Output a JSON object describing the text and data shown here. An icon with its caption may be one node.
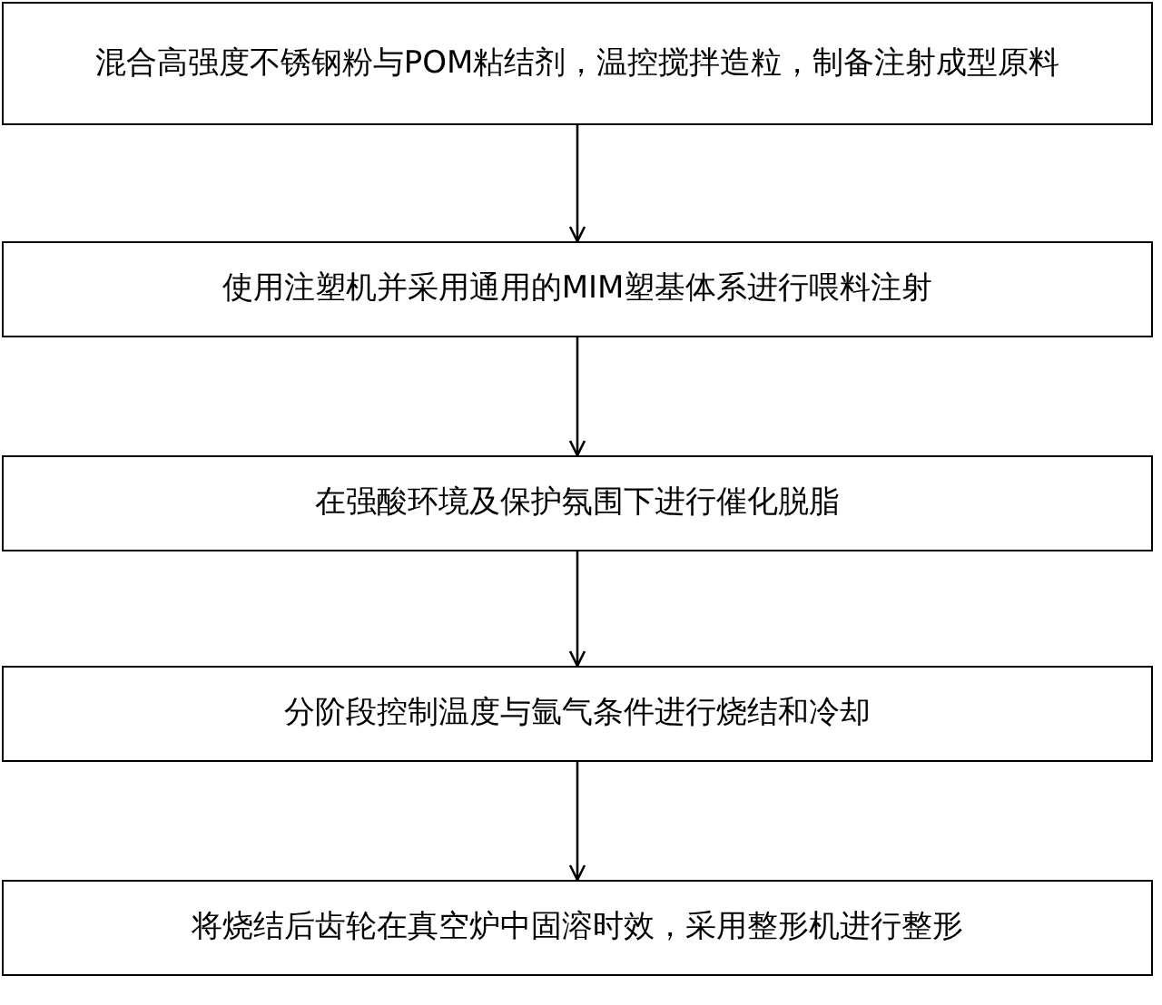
{
  "diagram": {
    "nodes": [
      {
        "text": [
          "混合高强度不锈钢粉与POM粘结剂，温控搅拌造粒，制备注射成型原料"
        ]
      },
      {
        "text": [
          "使用注塑机并采用通用的MIM塑基体系进行喂料注射"
        ]
      },
      {
        "text": [
          "在强酸环境及保护氛围下进行催化脱脂"
        ]
      },
      {
        "text": [
          "分阶段控制温度与氩气条件进行烧结和冷却"
        ]
      },
      {
        "text": [
          "将烧结后齿轮在真空炉中固溶时效，采用整形机进行整形"
        ]
      }
    ],
    "edges": [
      {
        "from": 0,
        "to": 1,
        "arrow": "to"
      },
      {
        "from": 1,
        "to": 2,
        "arrow": "to"
      },
      {
        "from": 2,
        "to": 3,
        "arrow": "to"
      },
      {
        "from": 3,
        "to": 4,
        "arrow": "to"
      }
    ]
  }
}
